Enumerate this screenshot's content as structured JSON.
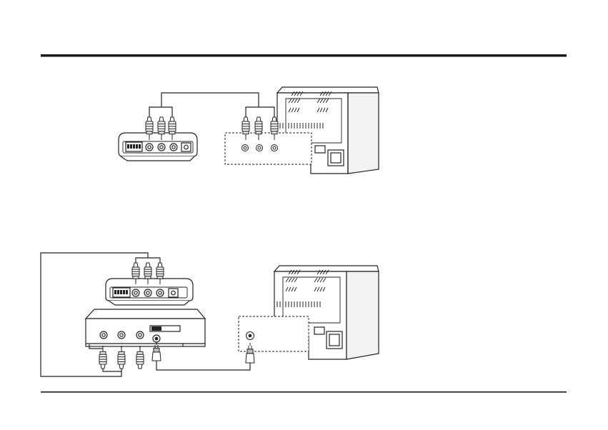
{
  "colors": {
    "ink": "#1a1a1a",
    "line": "#222222",
    "fill_light": "#ffffff",
    "fill_shade": "#e6e6e6",
    "fill_dark": "#bdbdbd",
    "paper": "#ffffff"
  },
  "diagrams": [
    {
      "name": "av-receiver-to-tv-composite",
      "devices": [
        "av-receiver-box",
        "television-rear"
      ],
      "connection": "three-plug-rca-cable"
    },
    {
      "name": "av-receiver-vcr-to-tv",
      "devices": [
        "av-receiver-box",
        "vcr",
        "television-rear"
      ],
      "connection": "rca-and-coax-cables"
    }
  ],
  "icons": {
    "rca_plug": "rca-plug-icon",
    "rca_jack": "rca-jack-icon",
    "coax_plug": "coax-plug-icon",
    "coax_jack": "coax-jack-icon",
    "dip_switch": "dip-switch-icon",
    "vent_slots": "vent-slots-icon"
  }
}
